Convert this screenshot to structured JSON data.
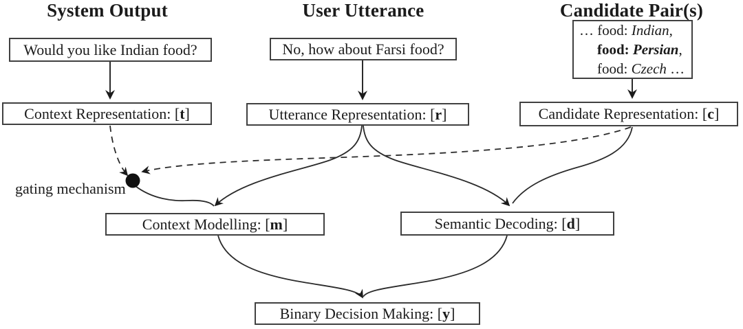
{
  "figure": {
    "palette": {
      "ink": "#1b1b1b",
      "box_border": "#404040",
      "background": "#ffffff"
    },
    "columns": [
      {
        "title": "System Output",
        "message": "Would you like Indian food?"
      },
      {
        "title": "User Utterance",
        "message": "No, how about Farsi food?"
      },
      {
        "title": "Candidate Pair(s)"
      }
    ],
    "candidate_box": {
      "lines": [
        {
          "lead": "… ",
          "key": "food: ",
          "value": "Indian",
          "tail": ","
        },
        {
          "lead": "",
          "key": "food: ",
          "value": "Persian",
          "tail": ","
        },
        {
          "lead": "",
          "key": "food: ",
          "value": "Czech",
          "tail": " …"
        }
      ]
    },
    "nodes": {
      "context_representation": {
        "prefix": "Context Representation: [",
        "variable": "t",
        "suffix": "]"
      },
      "utterance_representation": {
        "prefix": "Utterance Representation: [",
        "variable": "r",
        "suffix": "]"
      },
      "candidate_representation": {
        "prefix": "Candidate Representation: [",
        "variable": "c",
        "suffix": "]"
      },
      "context_modelling": {
        "prefix": "Context Modelling: [",
        "variable": "m",
        "suffix": "]"
      },
      "semantic_decoding": {
        "prefix": "Semantic Decoding: [",
        "variable": "d",
        "suffix": "]"
      },
      "binary_decision_making": {
        "prefix": "Binary Decision Making: [",
        "variable": "y",
        "suffix": "]"
      }
    },
    "labels": {
      "gating": "gating mechanism"
    }
  }
}
